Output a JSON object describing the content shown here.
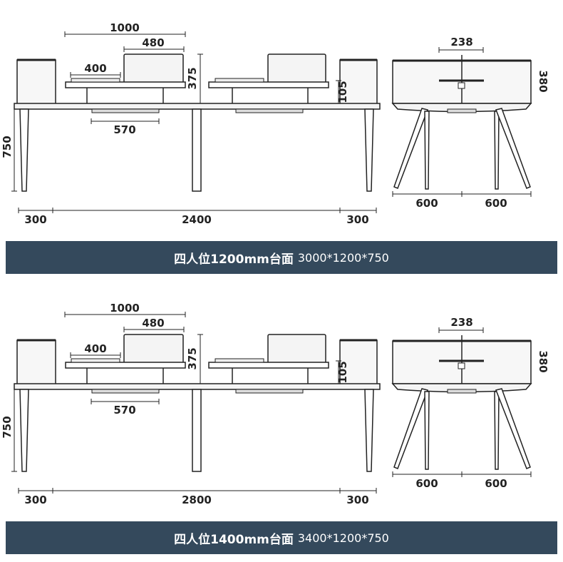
{
  "colors": {
    "banner_bg": "#34495c",
    "banner_text": "#ffffff",
    "line": "#222222",
    "panel_fill": "#f7f7f7"
  },
  "sections": [
    {
      "dims": {
        "overall_top": "1000",
        "screen_width": "480",
        "shelf_width": "400",
        "screen_height": "375",
        "shelf_height": "105",
        "tray": "570",
        "leg_height": "750",
        "left_cab": "300",
        "desk_span": "2400",
        "right_cab": "300",
        "side_clip": "238",
        "side_height": "380",
        "side_left": "600",
        "side_right": "600"
      },
      "banner": {
        "title": "四人位1200mm台面",
        "size": "3000*1200*750"
      }
    },
    {
      "dims": {
        "overall_top": "1000",
        "screen_width": "480",
        "shelf_width": "400",
        "screen_height": "375",
        "shelf_height": "105",
        "tray": "570",
        "leg_height": "750",
        "left_cab": "300",
        "desk_span": "2800",
        "right_cab": "300",
        "side_clip": "238",
        "side_height": "380",
        "side_left": "600",
        "side_right": "600"
      },
      "banner": {
        "title": "四人位1400mm台面",
        "size": "3400*1200*750"
      }
    }
  ]
}
